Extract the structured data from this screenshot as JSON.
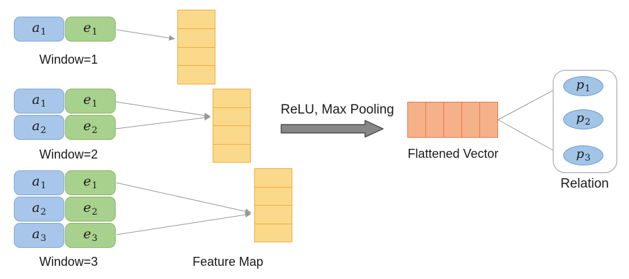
{
  "diagram": {
    "windows": [
      {
        "label": "Window=1",
        "rows": [
          {
            "a": {
              "base": "a",
              "sub": "1"
            },
            "e": {
              "base": "e",
              "sub": "1"
            }
          }
        ]
      },
      {
        "label": "Window=2",
        "rows": [
          {
            "a": {
              "base": "a",
              "sub": "1"
            },
            "e": {
              "base": "e",
              "sub": "1"
            }
          },
          {
            "a": {
              "base": "a",
              "sub": "2"
            },
            "e": {
              "base": "e",
              "sub": "2"
            }
          }
        ]
      },
      {
        "label": "Window=3",
        "rows": [
          {
            "a": {
              "base": "a",
              "sub": "1"
            },
            "e": {
              "base": "e",
              "sub": "1"
            }
          },
          {
            "a": {
              "base": "a",
              "sub": "2"
            },
            "e": {
              "base": "e",
              "sub": "2"
            }
          },
          {
            "a": {
              "base": "a",
              "sub": "3"
            },
            "e": {
              "base": "e",
              "sub": "3"
            }
          }
        ]
      }
    ],
    "feature_map": {
      "label": "Feature Map",
      "columns": 3,
      "cells_per_column": 4
    },
    "transform": {
      "label": "ReLU, Max Pooling"
    },
    "flattened_vector": {
      "label": "Flattened Vector",
      "cells": 5
    },
    "relation": {
      "label": "Relation",
      "nodes": [
        {
          "base": "p",
          "sub": "1"
        },
        {
          "base": "p",
          "sub": "2"
        },
        {
          "base": "p",
          "sub": "3"
        }
      ]
    },
    "colors": {
      "token_blue_fill": "#a8c6e9",
      "token_blue_stroke": "#7fa8d9",
      "token_green_fill": "#a8d18d",
      "token_green_stroke": "#89b566",
      "feature_cell_fill": "#fbd98a",
      "feature_cell_stroke": "#f0ac40",
      "vector_cell_fill": "#f5b189",
      "vector_cell_stroke": "#e8784a",
      "relation_node_fill": "#a2c4e6",
      "relation_node_stroke": "#6c9ccc",
      "connector_gray": "#999999",
      "big_arrow_gray": "#878787"
    }
  }
}
